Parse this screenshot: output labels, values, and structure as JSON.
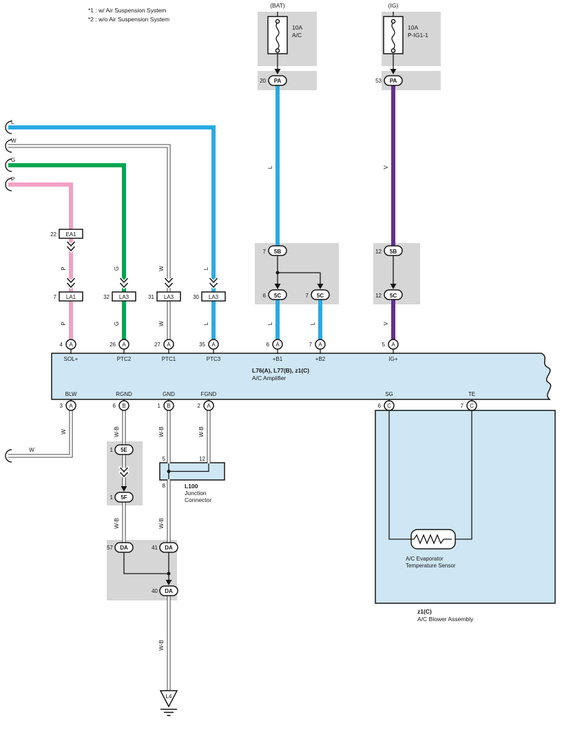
{
  "notes": {
    "line1": "*1 : w/ Air Suspension System",
    "line2": "*2 : w/o Air Suspension System"
  },
  "colors": {
    "wire_blue": "#29abe2",
    "wire_green": "#00a551",
    "wire_pink": "#f4a0c4",
    "wire_violet": "#63308e",
    "panel_fill": "#cfe7f5",
    "shield_gray": "#d6d6d6"
  },
  "wire_labels": {
    "L": "L",
    "W": "W",
    "G": "G",
    "P": "P",
    "V": "V",
    "WB": "W-B"
  },
  "fuses": {
    "bat": {
      "source": "(BAT)",
      "rating": "10A",
      "name": "A/C",
      "pin": "20",
      "connector": "PA"
    },
    "ig": {
      "source": "(IG)",
      "rating": "10A",
      "name": "P-IG1-1",
      "pin": "53",
      "connector": "PA"
    }
  },
  "connectors": {
    "ea1": {
      "no": "22",
      "code": "EA1"
    },
    "la1": {
      "no": "7",
      "code": "LA1"
    },
    "la3_g": {
      "no": "32",
      "code": "LA3"
    },
    "la3_w": {
      "no": "31",
      "code": "LA3"
    },
    "la3_l": {
      "no": "30",
      "code": "LA3"
    },
    "b5_l": {
      "no": "7",
      "code": "5B"
    },
    "c5_l1": {
      "no": "6",
      "code": "5C"
    },
    "c5_l2": {
      "no": "7",
      "code": "5C"
    },
    "b5_v": {
      "no": "12",
      "code": "5B"
    },
    "c5_v": {
      "no": "12",
      "code": "5C"
    },
    "e5": {
      "no": "1",
      "code": "5E"
    },
    "f5": {
      "no": "1",
      "code": "5F"
    },
    "da57": {
      "no": "57",
      "code": "DA"
    },
    "da41": {
      "no": "41",
      "code": "DA"
    },
    "da40": {
      "no": "40",
      "code": "DA"
    }
  },
  "amplifier": {
    "title": "L76(A), L77(B), z1(C)",
    "subtitle": "A/C Amplifier",
    "top_pins": [
      {
        "name": "SOL+",
        "no": "4",
        "conn": "A"
      },
      {
        "name": "PTC2",
        "no": "26",
        "conn": "A"
      },
      {
        "name": "PTC1",
        "no": "27",
        "conn": "A"
      },
      {
        "name": "PTC3",
        "no": "35",
        "conn": "A"
      },
      {
        "name": "+B1",
        "no": "6",
        "conn": "A"
      },
      {
        "name": "+B2",
        "no": "7",
        "conn": "A"
      },
      {
        "name": "IG+",
        "no": "5",
        "conn": "A"
      }
    ],
    "bottom_pins": [
      {
        "name": "BLW",
        "no": "3",
        "conn": "A"
      },
      {
        "name": "RGND",
        "no": "6",
        "conn": "B"
      },
      {
        "name": "GND",
        "no": "1",
        "conn": "B"
      },
      {
        "name": "FGND",
        "no": "2",
        "conn": "A"
      },
      {
        "name": "SG",
        "no": "6",
        "conn": "C"
      },
      {
        "name": "TE",
        "no": "7",
        "conn": "C"
      }
    ]
  },
  "junction": {
    "name": "L100",
    "desc_line1": "Junction",
    "desc_line2": "Connector",
    "pin_in_left": "5",
    "pin_in_right": "12",
    "pin_out": "8"
  },
  "blower": {
    "title": "z1(C)",
    "subtitle": "A/C Blower Assembly",
    "sensor_line1": "A/C Evaporator",
    "sensor_line2": "Temperature Sensor"
  },
  "ground": {
    "code": "L4"
  }
}
